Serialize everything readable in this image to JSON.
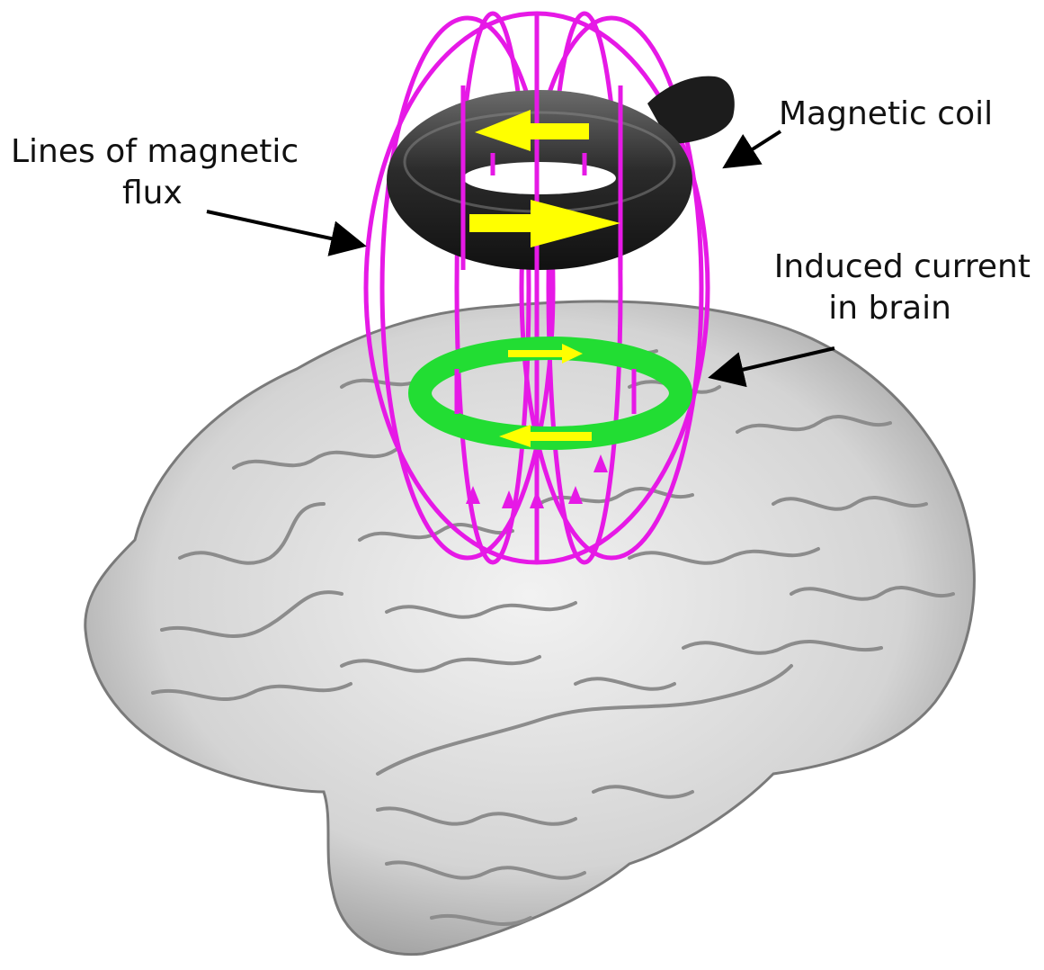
{
  "labels": {
    "flux_line1": "Lines of magnetic",
    "flux_line2": "flux",
    "coil": "Magnetic coil",
    "current_line1": "Induced current",
    "current_line2": "in brain"
  },
  "colors": {
    "flux_lines": "#e619e6",
    "coil": "#2a2a2a",
    "coil_arrows": "#ffff00",
    "induced_current_ring": "#22dd33",
    "current_arrows": "#ffff00",
    "brain": "#d9d9d9",
    "pointer_arrows": "#000000"
  }
}
